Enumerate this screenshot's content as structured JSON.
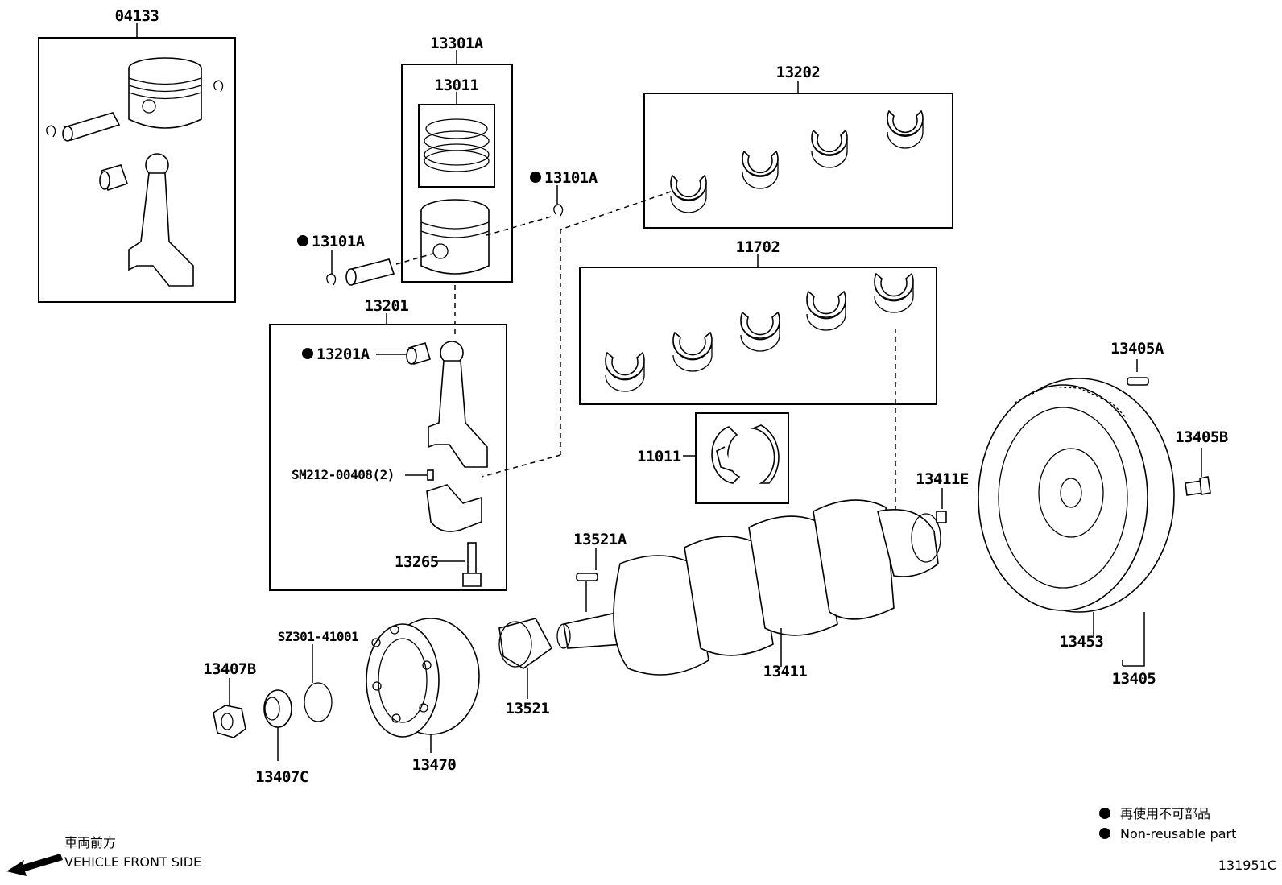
{
  "diagram": {
    "figure_id": "131951C",
    "direction_label_jp": "車両前方",
    "direction_label_en": "VEHICLE FRONT SIDE",
    "legend": {
      "jp": "再使用不可部品",
      "en": "Non-reusable part"
    },
    "labels": {
      "p04133": "04133",
      "p13301A": "13301A",
      "p13011": "13011",
      "p13202": "13202",
      "p13101A_right": "13101A",
      "p13101A_left": "13101A",
      "p11702": "11702",
      "p13201": "13201",
      "p13201A": "13201A",
      "pSM212": "SM212-00408(2)",
      "p13265": "13265",
      "p11011": "11011",
      "p13405A": "13405A",
      "p13405B": "13405B",
      "p13411E": "13411E",
      "p13521A": "13521A",
      "pSZ301": "SZ301-41001",
      "p13407B": "13407B",
      "p13407C": "13407C",
      "p13470": "13470",
      "p13521": "13521",
      "p13411": "13411",
      "p13453": "13453",
      "p13405": "13405"
    }
  }
}
